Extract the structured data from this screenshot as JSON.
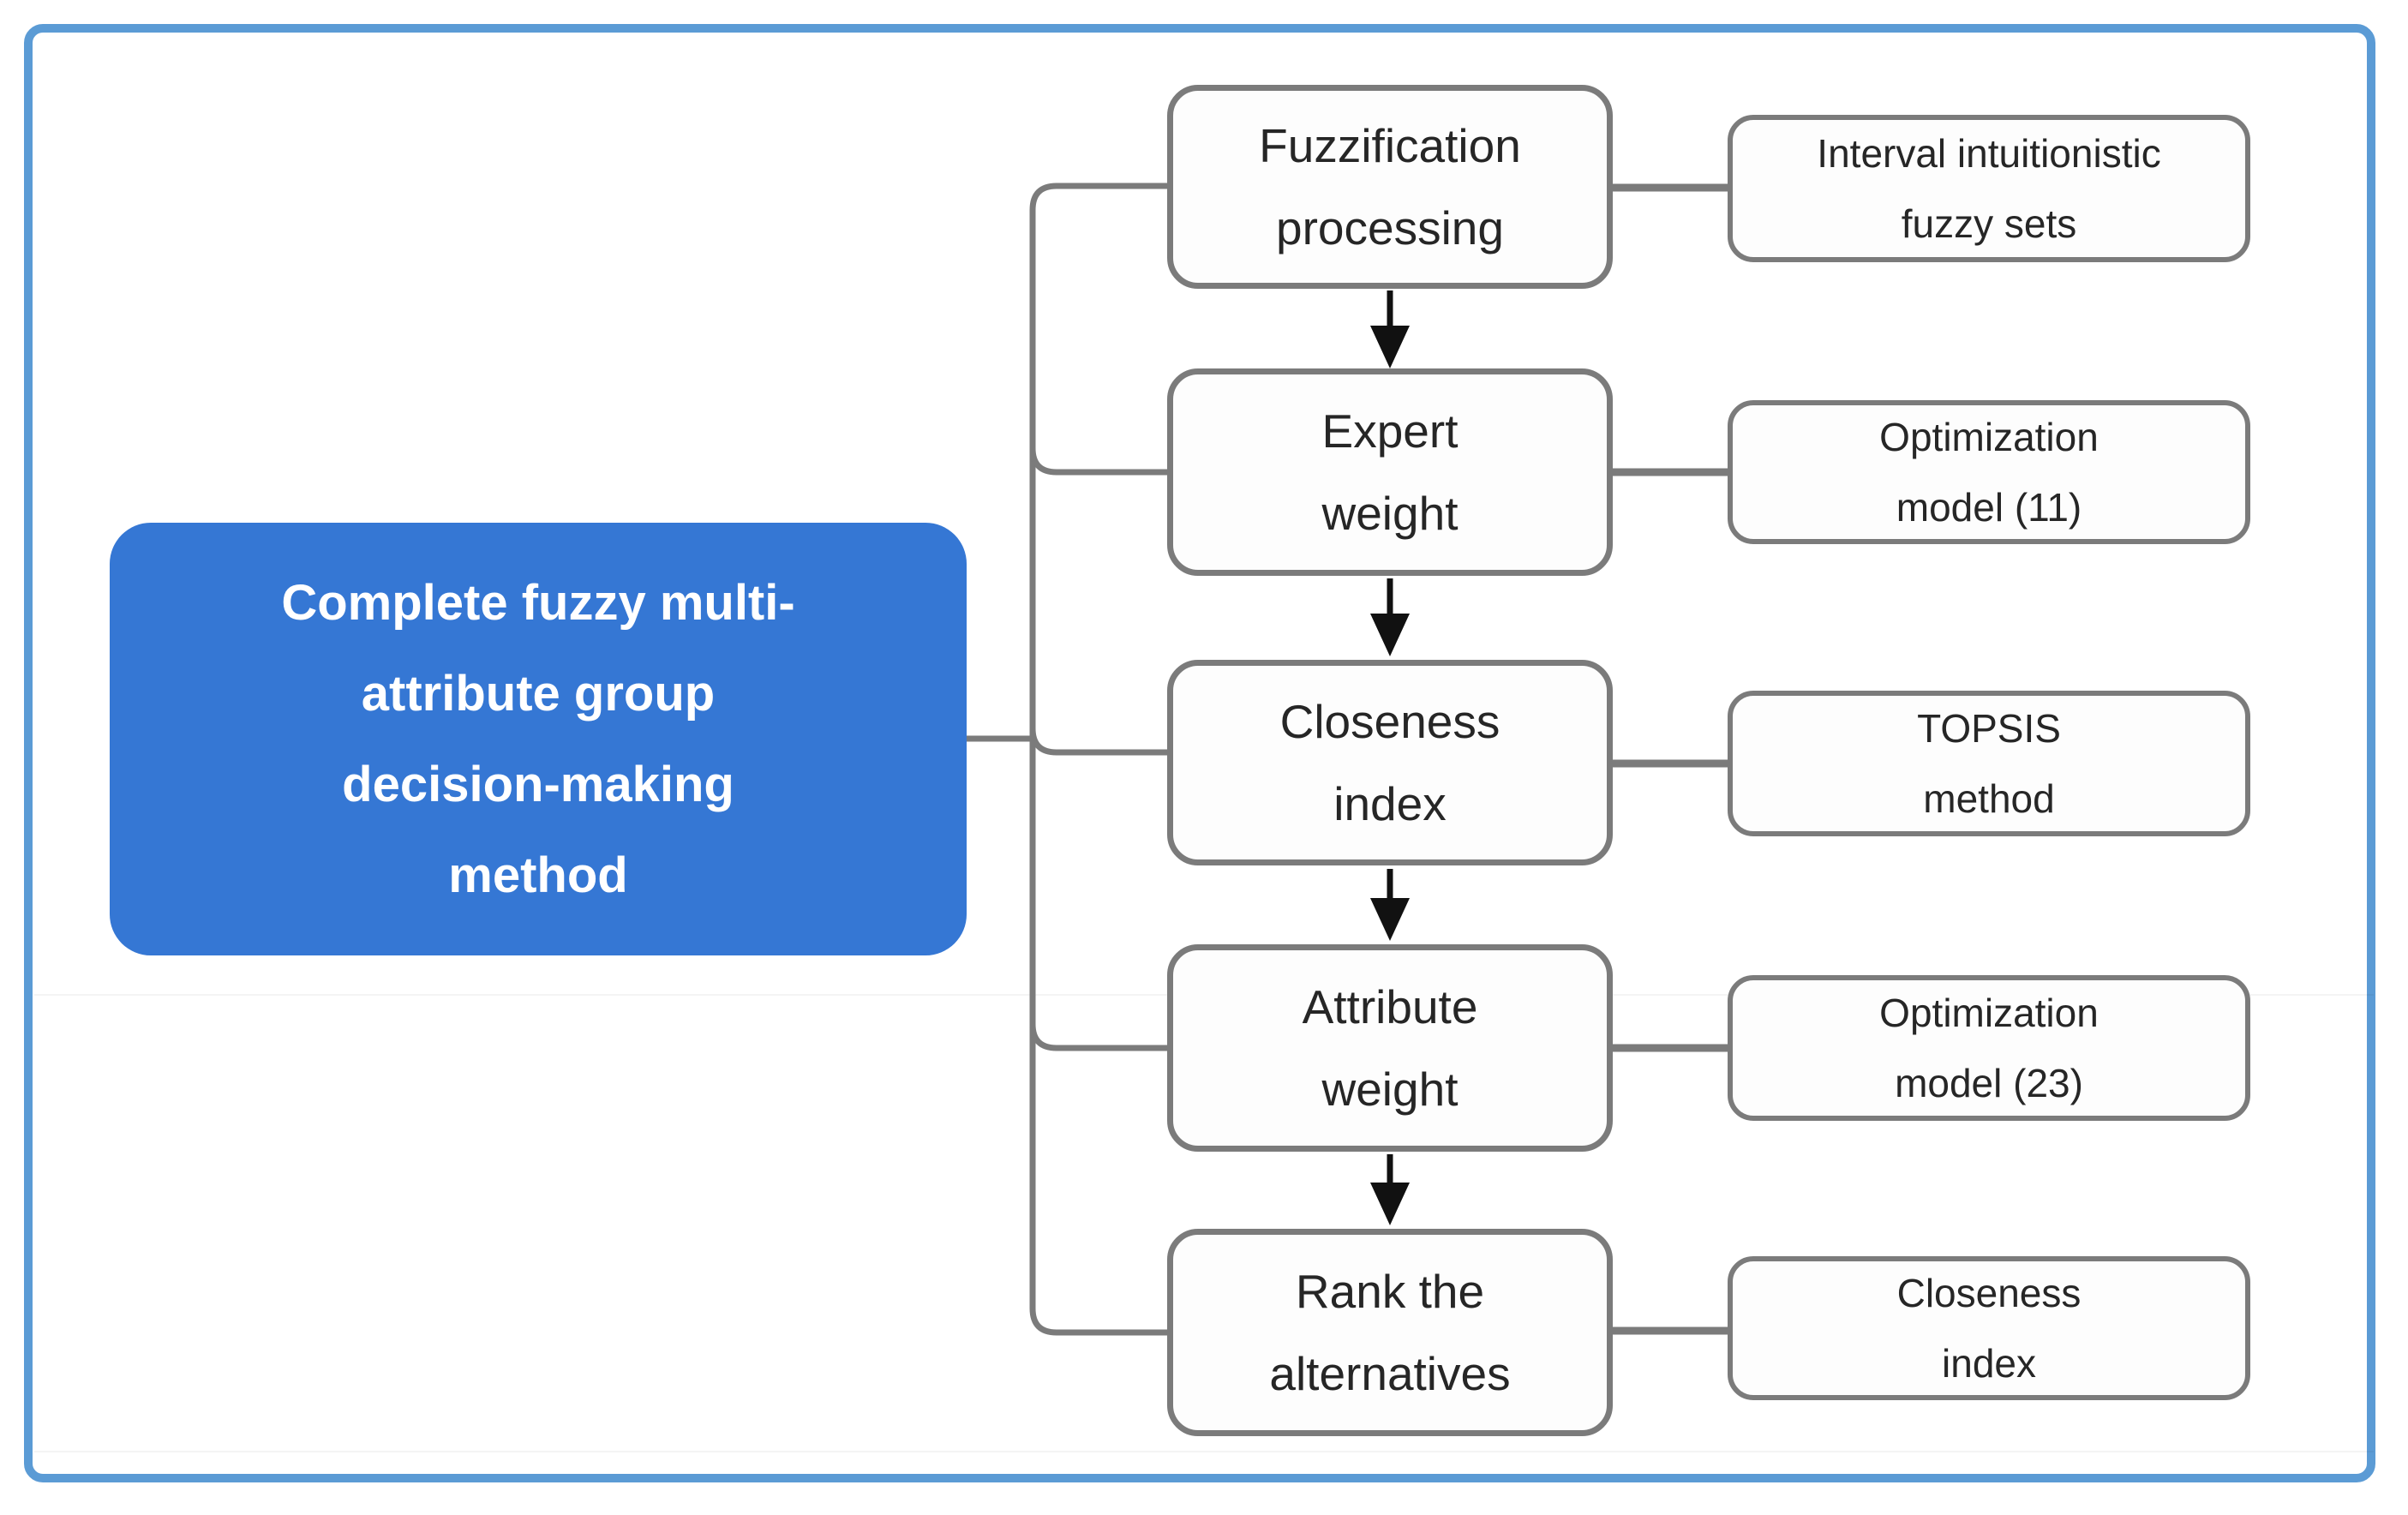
{
  "diagram": {
    "type": "flowchart",
    "root": {
      "label_lines": [
        "Complete fuzzy multi-",
        "attribute group",
        "decision-making",
        "method"
      ]
    },
    "steps": [
      {
        "id": "fuzzification-processing",
        "label_lines": [
          "Fuzzification",
          "processing"
        ],
        "note_lines": [
          "Interval intuitionistic",
          "fuzzy sets"
        ]
      },
      {
        "id": "expert-weight",
        "label_lines": [
          "Expert",
          "weight"
        ],
        "note_lines": [
          "Optimization",
          "model (11)"
        ]
      },
      {
        "id": "closeness-index",
        "label_lines": [
          "Closeness",
          "index"
        ],
        "note_lines": [
          "TOPSIS",
          "method"
        ]
      },
      {
        "id": "attribute-weight",
        "label_lines": [
          "Attribute",
          "weight"
        ],
        "note_lines": [
          "Optimization",
          "model (23)"
        ]
      },
      {
        "id": "rank-the-alternatives",
        "label_lines": [
          "Rank the",
          "alternatives"
        ],
        "note_lines": [
          "Closeness",
          "index"
        ]
      }
    ],
    "colors": {
      "root_fill": "#3577d4",
      "root_text": "#ffffff",
      "box_fill": "#fdfdfd",
      "box_border": "#7b7b7b",
      "box_text": "#262626",
      "connector": "#7b7b7b",
      "arrow": "#111111",
      "frame_border": "#5b9bd5",
      "background": "#ffffff"
    }
  }
}
